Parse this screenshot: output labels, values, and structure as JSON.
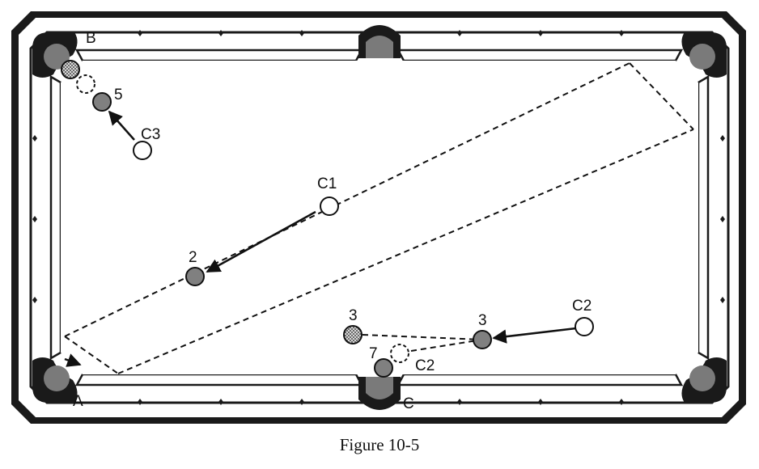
{
  "labels": {
    "pocket_b": "B",
    "pocket_a": "A",
    "pocket_c": "C",
    "ball_5": "5",
    "ball_c3": "C3",
    "ball_c1": "C1",
    "ball_2": "2",
    "ball_3_ghost": "3",
    "ball_3": "3",
    "ball_c2": "C2",
    "ball_7": "7",
    "ball_c2_ghost": "C2"
  },
  "caption": "Figure 10-5",
  "colors": {
    "rail": "#1a1a1a",
    "felt": "#ffffff",
    "pocket_fill": "#7a7a7a",
    "object_ball": "#808080",
    "cue_ball": "#ffffff",
    "ghost_ball_pattern": "#9a9a9a"
  },
  "icons": {
    "diamond_marker": "diamond-icon",
    "arrow": "arrow-icon"
  }
}
